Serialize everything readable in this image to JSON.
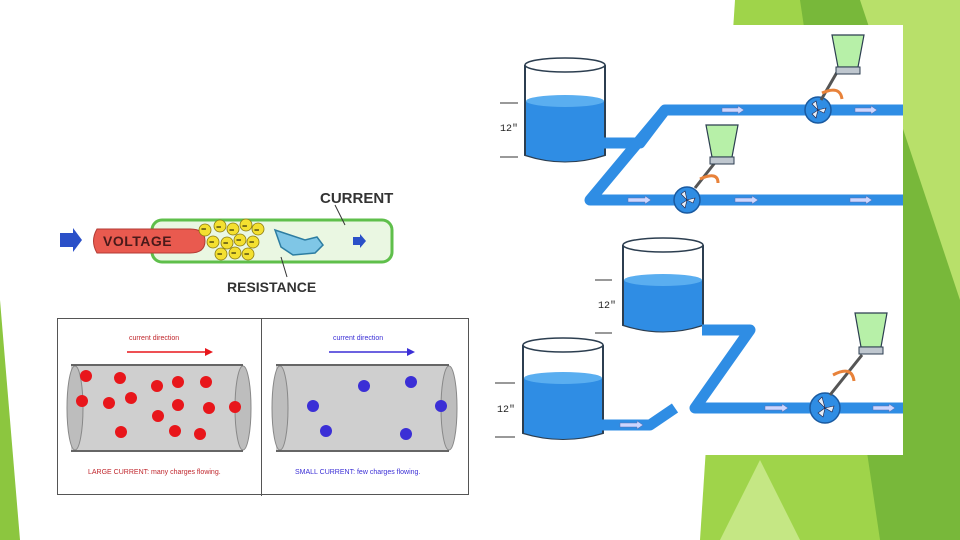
{
  "circuit_diagram": {
    "voltage_label": "VOLTAGE",
    "current_label": "CURRENT",
    "resistance_label": "RESISTANCE",
    "charge_symbol": "−"
  },
  "current_comparison": {
    "left": {
      "direction_label": "current direction",
      "caption": "LARGE CURRENT: many charges flowing.",
      "charge_color": "#e8161b"
    },
    "right": {
      "direction_label": "current direction",
      "caption": "SMALL CURRENT: few charges flowing.",
      "charge_color": "#3b2fd6"
    }
  },
  "water_analogy": {
    "top_tank_height": "12\"",
    "bottom_tank_a_height": "12\"",
    "bottom_tank_b_height": "12\""
  },
  "colors": {
    "accent_green": "#8cc63f",
    "water_blue": "#2f8de4",
    "voltage_red": "#e95a4f"
  }
}
